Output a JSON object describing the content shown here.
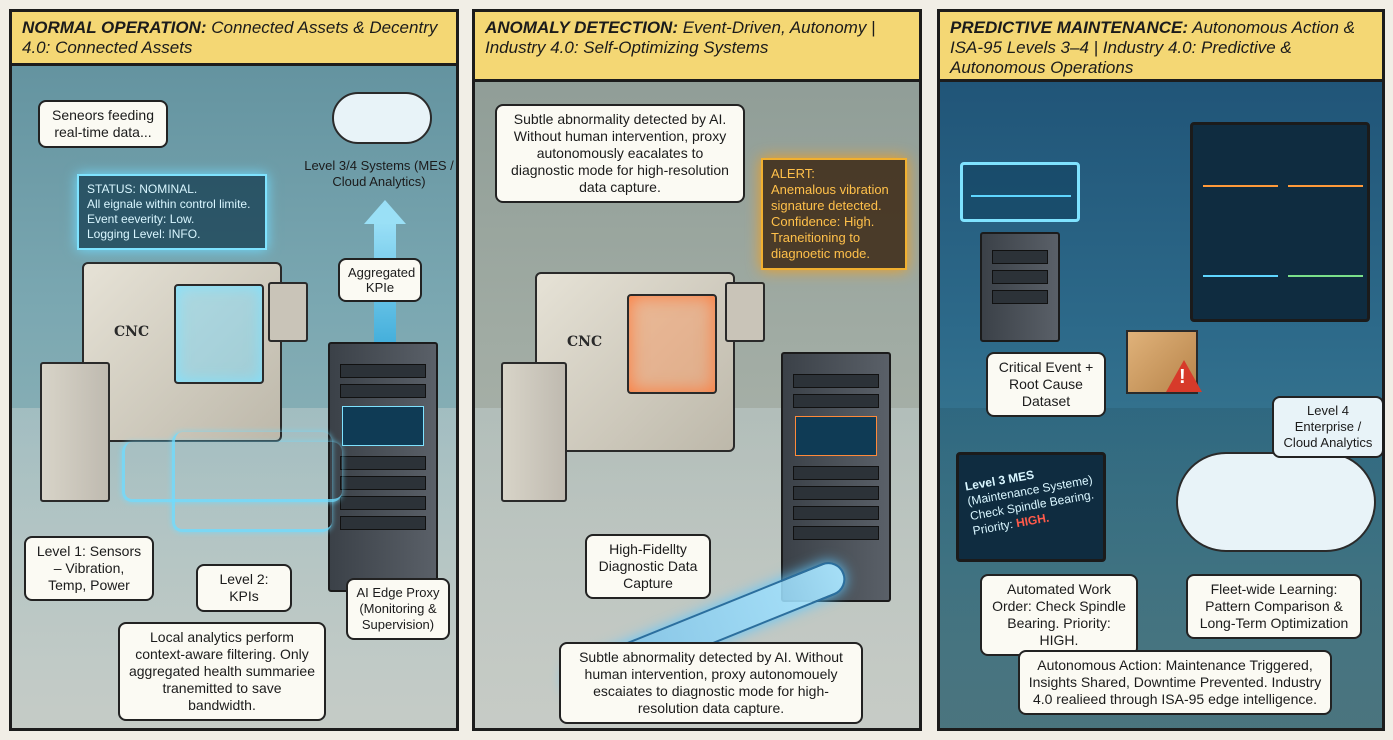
{
  "panel1": {
    "title_bold": "NORMAL OPERATION:",
    "title_rest": " Connected Assets & Decentry 4.0: Connected Assets",
    "sensors_bubble": "Seneors feeding real-time data...",
    "status_screen": {
      "line1": "STATUS: NOMINAL.",
      "line2": "All eignale within control limite.",
      "line3": "Event eeverity: Low.",
      "line4": "Logging Level: INFO."
    },
    "systems_label": "Level 3/4 Systems (MES / Cloud Analytics)",
    "aggregated_kpis": "Aggregated KPIe",
    "machine_label": "CNC",
    "level1_bubble": "Level 1: Sensors – Vibration, Temp, Power",
    "level2_bubble": "Level 2: KPIs",
    "edge_proxy_bubble": "AI Edge Proxy (Monitoring & Supervision)",
    "local_analytics_bubble": "Local analytics perform context-aware filtering. Only aggregated health summariee tranemitted to save bandwidth."
  },
  "panel2": {
    "title_bold": "ANOMALY DETECTION:",
    "title_rest": " Event-Driven, Autonomy | Industry 4.0: Self-Optimizing Systems",
    "top_bubble": "Subtle abnormality detected by AI. Without human intervention, proxy autonomously eacalates to diagnostic mode for high-resolution data capture.",
    "alert": {
      "line1": "ALERT:",
      "line2": "Anemalous vibration signature detected.",
      "line3": "Confidence: High.",
      "line4": "Traneitioning to diagnoetic mode."
    },
    "machine_label": "CNC",
    "capture_bubble": "High-Fidellty Diagnostic Data Capture",
    "bottom_bubble": "Subtle abnormality detected by AI. Without human intervention, proxy autonomouely escaiates to diagnostic mode for high-resolution data capture."
  },
  "panel3": {
    "title_bold": "PREDICTIVE MAINTENANCE:",
    "title_rest": " Autonomous Action & ISA-95 Levels 3–4 | Industry 4.0: Predictive & Autonomous Operations",
    "critical_bubble": "Critical Event + Root Cause Dataset",
    "level4_bubble": "Level 4 Enterprise / Cloud Analytics",
    "mes_screen": {
      "line1": "Level 3 MES",
      "line2": "(Maintenance Systeme)",
      "line3": "Check Spindle Bearing.",
      "line4_label": "Priority: ",
      "line4_value": "HIGH."
    },
    "work_order_bubble": "Automated Work Order: Check Spindle Bearing. Priority: HIGH.",
    "fleet_bubble": "Fleet-wide Learning: Pattern Comparison & Long-Term Optimization",
    "autonomous_bubble": "Autonomous Action: Maintenance Triggered, Insights Shared, Downtime Prevented. Industry 4.0 realieed through ISA-95 edge intelligence."
  }
}
